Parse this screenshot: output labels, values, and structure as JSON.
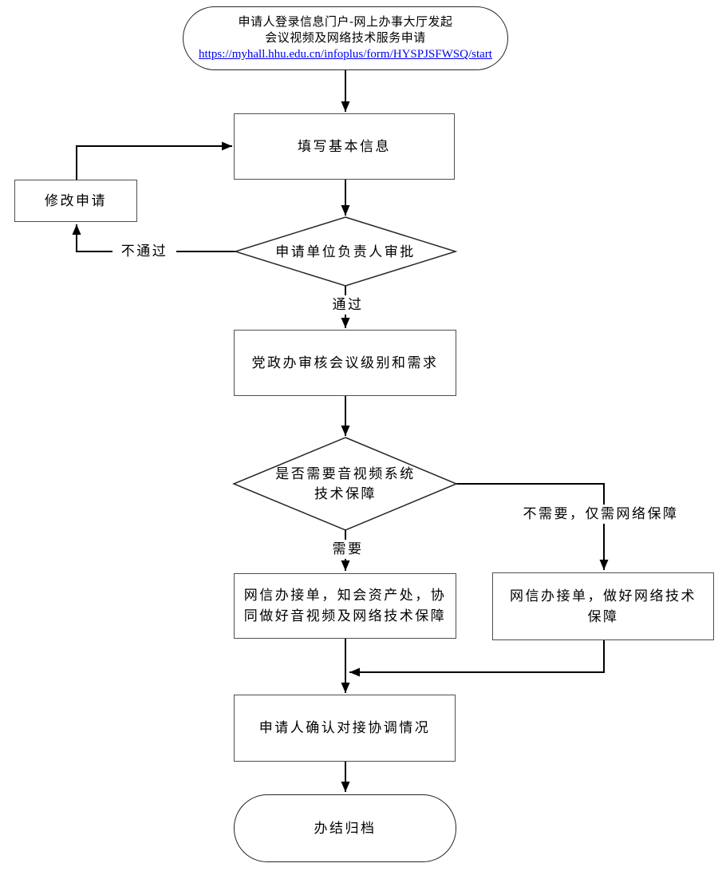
{
  "colors": {
    "line": "#000000",
    "node_border": "#4f4f4f",
    "terminator_border": "#262626",
    "link": "#0000ee",
    "text": "#000000",
    "background": "#ffffff"
  },
  "nodes": {
    "start": {
      "line1": "申请人登录信息门户-网上办事大厅发起",
      "line2": "会议视频及网络技术服务申请",
      "link": "https://myhall.hhu.edu.cn/infoplus/form/HYSPJSFWSQ/start"
    },
    "fill_info": {
      "label": "填写基本信息"
    },
    "modify": {
      "label": "修改申请"
    },
    "unit_approval": {
      "label": "申请单位负责人审批"
    },
    "office_review": {
      "label": "党政办审核会议级别和需求"
    },
    "need_av": {
      "line1": "是否需要音视频系统",
      "line2": "技术保障"
    },
    "av_net_support": {
      "line1": "网信办接单，知会资产处，协",
      "line2": "同做好音视频及网络技术保障"
    },
    "net_support": {
      "line1": "网信办接单，做好网络技术",
      "line2": "保障"
    },
    "confirm": {
      "label": "申请人确认对接协调情况"
    },
    "end": {
      "label": "办结归档"
    }
  },
  "edge_labels": {
    "reject": "不通过",
    "pass": "通过",
    "need": "需要",
    "no_need": "不需要，仅需网络保障"
  }
}
